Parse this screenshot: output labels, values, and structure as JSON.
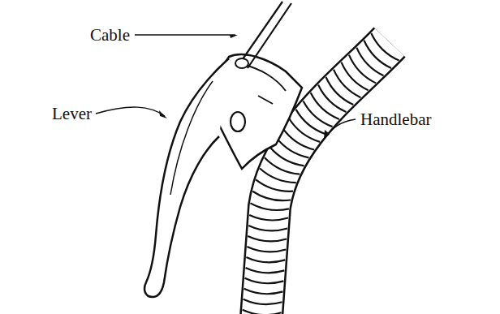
{
  "diagram": {
    "labels": [
      "Cable",
      "Lever",
      "Handlebar"
    ]
  }
}
